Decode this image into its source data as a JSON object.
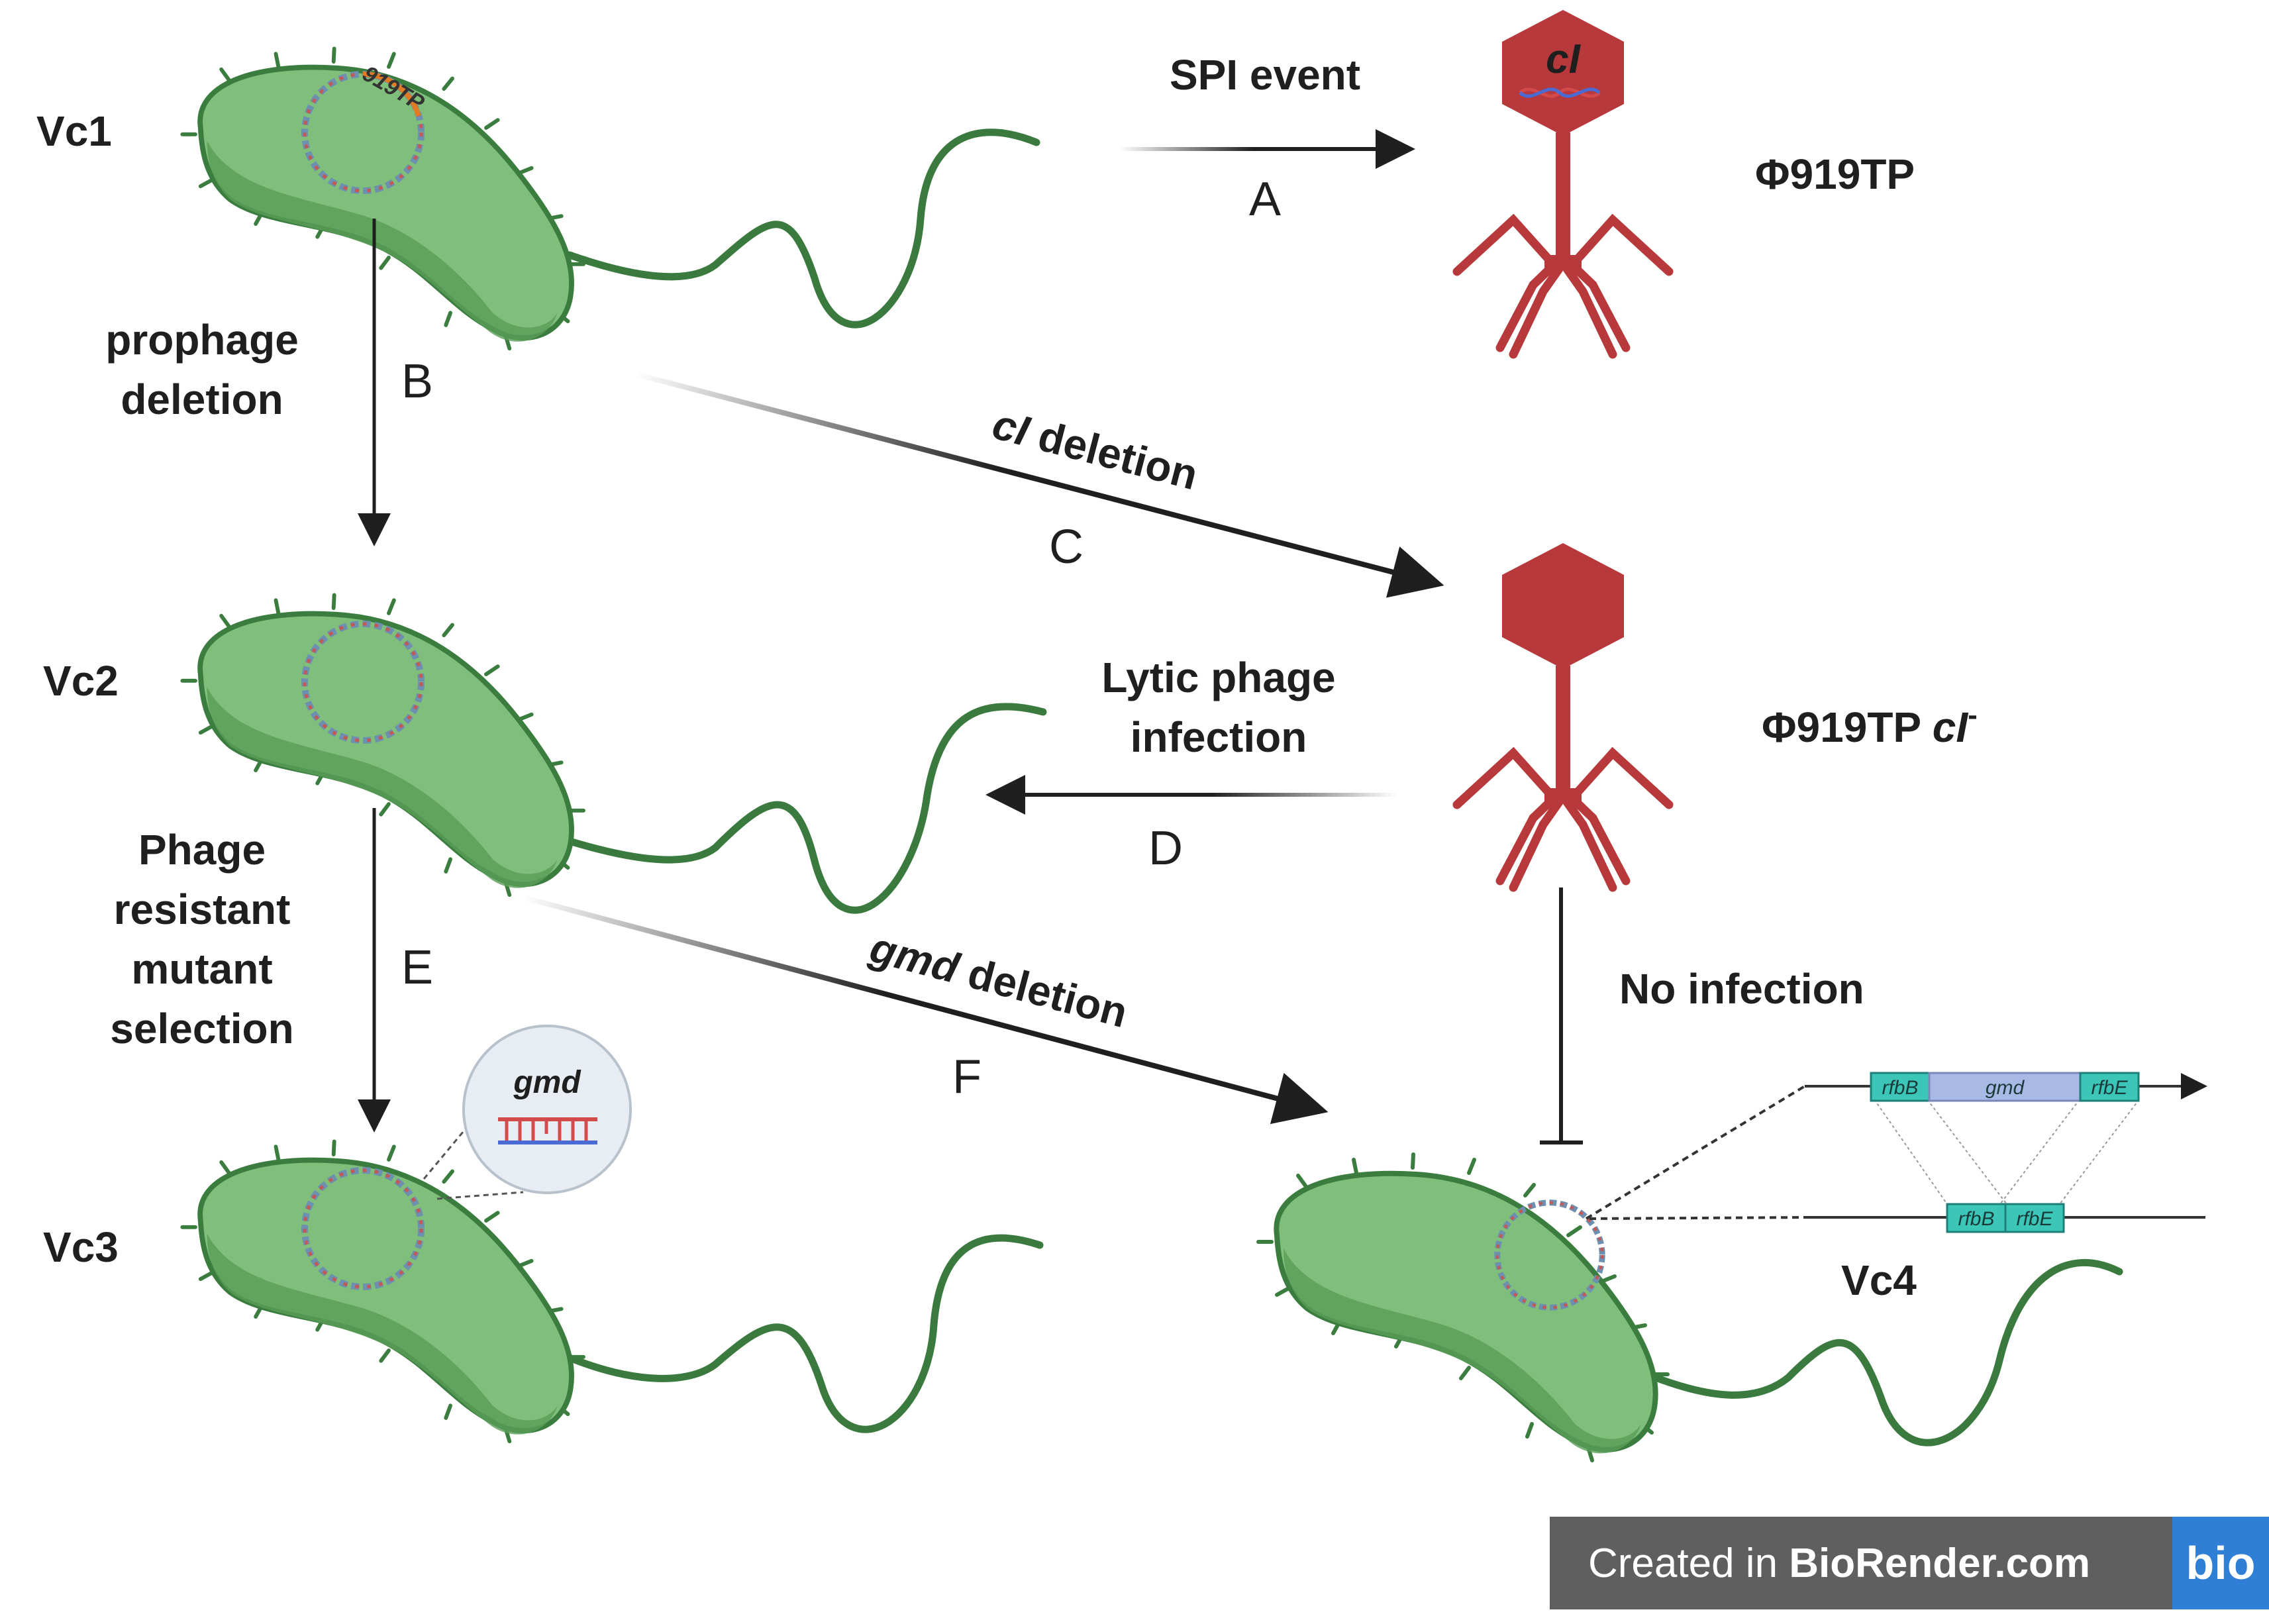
{
  "cells": {
    "vc1": "Vc1",
    "vc2": "Vc2",
    "vc3": "Vc3",
    "vc4": "Vc4"
  },
  "phages": {
    "wild": {
      "label": "Φ919TP",
      "gene": "cI"
    },
    "mutant": {
      "label": "Φ919TP",
      "suffix": "cI",
      "superscript": "-"
    }
  },
  "plasmid_label": "919TP",
  "steps": {
    "a": {
      "letter": "A",
      "label": "SPI event"
    },
    "b": {
      "letter": "B",
      "label_line1": "prophage",
      "label_line2": "deletion"
    },
    "c": {
      "letter": "C",
      "gene": "cI",
      "label": " deletion"
    },
    "d": {
      "letter": "D",
      "label_line1": "Lytic phage",
      "label_line2": "infection"
    },
    "e": {
      "letter": "E",
      "label_line1": "Phage",
      "label_line2": "resistant",
      "label_line3": "mutant",
      "label_line4": "selection"
    },
    "f": {
      "letter": "F",
      "gene": "gmd",
      "label": " deletion"
    },
    "g": {
      "label": "No infection"
    }
  },
  "genes": {
    "callout": "gmd",
    "wild_locus": [
      "rfbB",
      "gmd",
      "rfbE"
    ],
    "deleted_locus": [
      "rfbB",
      "rfbE"
    ]
  },
  "badge": {
    "prefix": "Created in ",
    "brand": "BioRender.com",
    "logo": "bio"
  },
  "colors": {
    "cell_fill": "#7fbf7b",
    "cell_outline": "#3b7d3f",
    "flagellum": "#3a7a3f",
    "phage": "#b7393b",
    "gene_box": "#3cc6b8",
    "gmd_box": "#a9b9e6",
    "arrow": "#1f1f1f",
    "badge_bg": "#5f5f5f",
    "badge_logo": "#2f7fd6"
  }
}
